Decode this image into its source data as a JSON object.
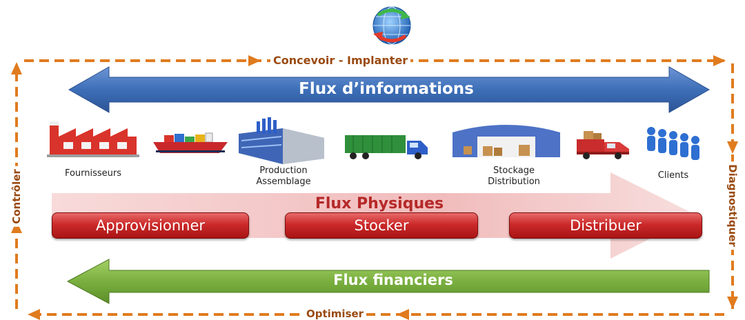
{
  "cycle": {
    "top": "Concevoir - Implanter",
    "bottom": "Optimiser",
    "left": "Contrôler",
    "right": "Diagnostiquer"
  },
  "flows": {
    "information": "Flux d’informations",
    "physical": "Flux Physiques",
    "financial": "Flux financiers"
  },
  "actors": {
    "suppliers": "Fournisseurs",
    "production_line1": "Production",
    "production_line2": "Assemblage",
    "storage_line1": "Stockage",
    "storage_line2": "Distribution",
    "clients": "Clients"
  },
  "actions": [
    "Approvisionner",
    "Stocker",
    "Distribuer"
  ],
  "icons": {
    "logo": "globe-arrows-icon",
    "suppliers": "factory-icon",
    "ship": "cargo-ship-icon",
    "production": "production-building-icon",
    "truck": "container-truck-icon",
    "warehouse": "warehouse-icon",
    "delivery": "delivery-truck-icon",
    "clients": "people-icon"
  },
  "colors": {
    "cycle": "#e07b1e",
    "cycle_text": "#9a4a10",
    "information": "#3d6fb8",
    "physical": "#f0b8b8",
    "financial": "#7ab040",
    "action": "#c82020"
  }
}
